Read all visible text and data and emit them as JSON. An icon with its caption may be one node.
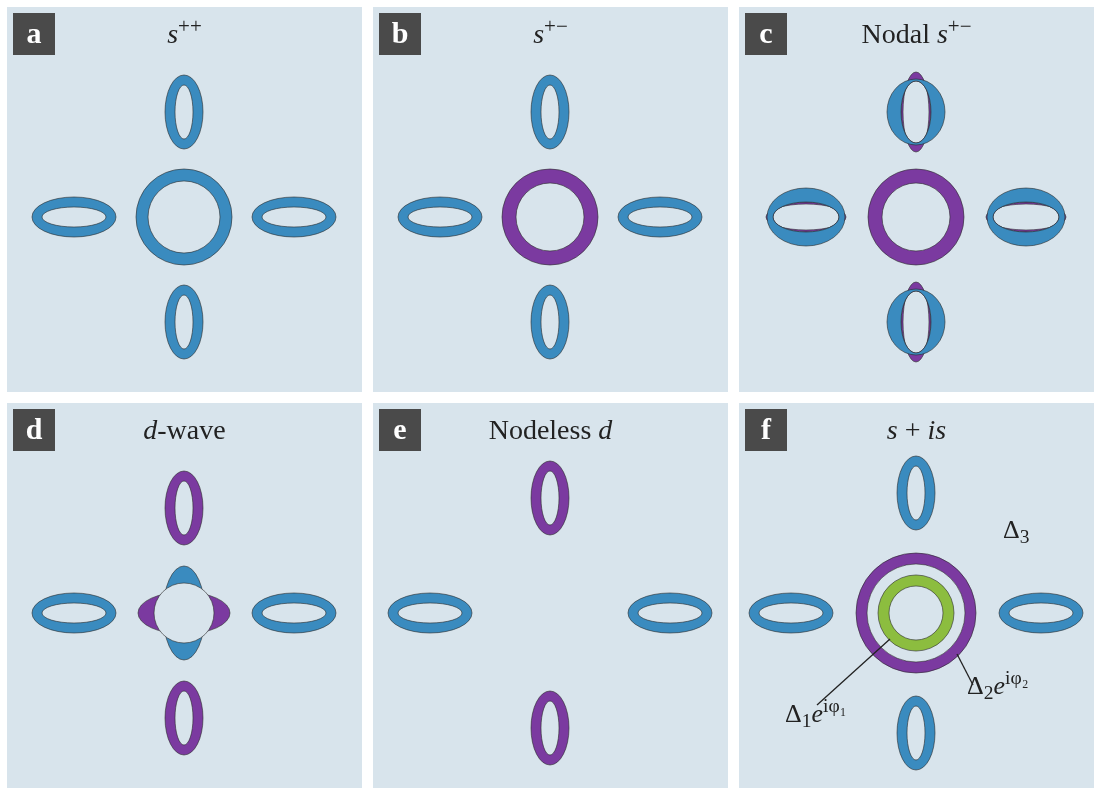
{
  "diagram": {
    "nodes": [
      {
        "text": [
          "a",
          "*s*$^{++}$"
        ]
      },
      {
        "text": [
          "b",
          "*s*$^{+−}$"
        ]
      },
      {
        "text": [
          "c",
          "Nodal *s*$^{+−}$"
        ]
      },
      {
        "text": [
          "d",
          "*d*-wave"
        ]
      },
      {
        "text": [
          "e",
          "Nodeless *d*"
        ]
      },
      {
        "text": [
          "f",
          "*s* + *is*"
        ]
      },
      {
        "text": [
          "Δ$_{1}$*e*$^{iφ₁}$"
        ],
        "in": 5
      },
      {
        "text": [],
        "shape": "circle",
        "in": 9
      },
      {
        "text": [
          "Δ$_{2}$*e*$^{iφ₂}$"
        ],
        "in": 5
      },
      {
        "text": [],
        "shape": "circle",
        "in": 5
      }
    ],
    "edges": [
      {
        "from": 6,
        "to": 7,
        "arrow": "none"
      },
      {
        "from": 8,
        "to": 9,
        "arrow": "none"
      }
    ],
    "labels": [
      "Δ$_{3}$"
    ]
  }
}
